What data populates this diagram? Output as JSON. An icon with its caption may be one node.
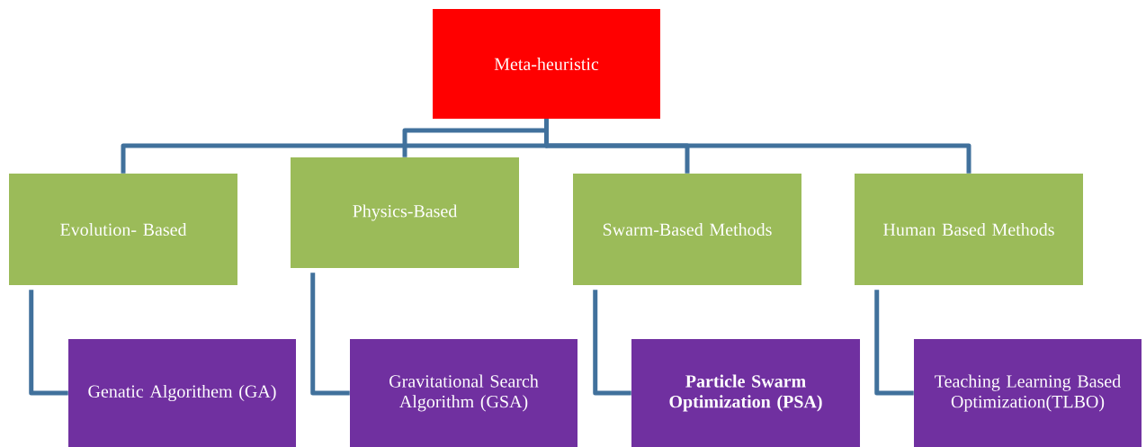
{
  "diagram": {
    "nodes": [
      {
        "text": [
          "Meta-heuristic"
        ]
      },
      {
        "text": [
          "Evolution- Based"
        ]
      },
      {
        "text": [
          "Physics-Based"
        ]
      },
      {
        "text": [
          "Swarm-Based Methods"
        ]
      },
      {
        "text": [
          "Human Based Methods"
        ]
      },
      {
        "text": [
          "Genatic Algorithem (GA)"
        ]
      },
      {
        "text": [
          "Gravitational Search Algorithm (GSA)"
        ]
      },
      {
        "text": [
          "Particle Swarm Optimization (PSA)"
        ]
      },
      {
        "text": [
          "Teaching Learning Based Optimization(TLBO)"
        ]
      }
    ],
    "edges": [
      {
        "from": 0,
        "to": 1,
        "arrow": "none"
      },
      {
        "from": 0,
        "to": 2,
        "arrow": "none"
      },
      {
        "from": 0,
        "to": 3,
        "arrow": "none"
      },
      {
        "from": 0,
        "to": 4,
        "arrow": "none"
      },
      {
        "from": 1,
        "to": 5,
        "arrow": "none"
      },
      {
        "from": 2,
        "to": 6,
        "arrow": "none"
      },
      {
        "from": 3,
        "to": 7,
        "arrow": "none"
      },
      {
        "from": 4,
        "to": 8,
        "arrow": "none"
      }
    ]
  }
}
